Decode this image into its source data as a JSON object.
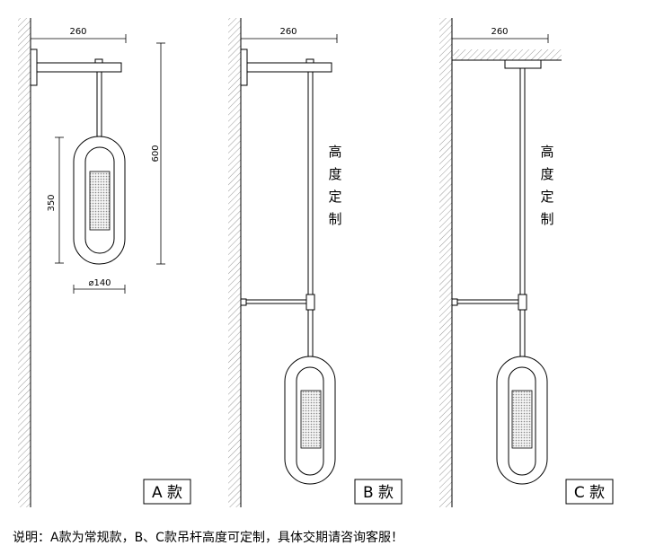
{
  "variants": [
    {
      "id": "A",
      "label": "A 款"
    },
    {
      "id": "B",
      "label": "B 款"
    },
    {
      "id": "C",
      "label": "C 款"
    }
  ],
  "dimensions": {
    "arm_length": "260",
    "total_height": "600",
    "shade_height": "350",
    "shade_diameter": "⌀140"
  },
  "custom_height_label": [
    "高",
    "度",
    "定",
    "制"
  ],
  "description": "说明：A款为常规款，B、C款吊杆高度可定制，具体交期请咨询客服！",
  "colors": {
    "line": "#000000",
    "hatch": "#9a9a9a",
    "glass": "#ffffff"
  }
}
